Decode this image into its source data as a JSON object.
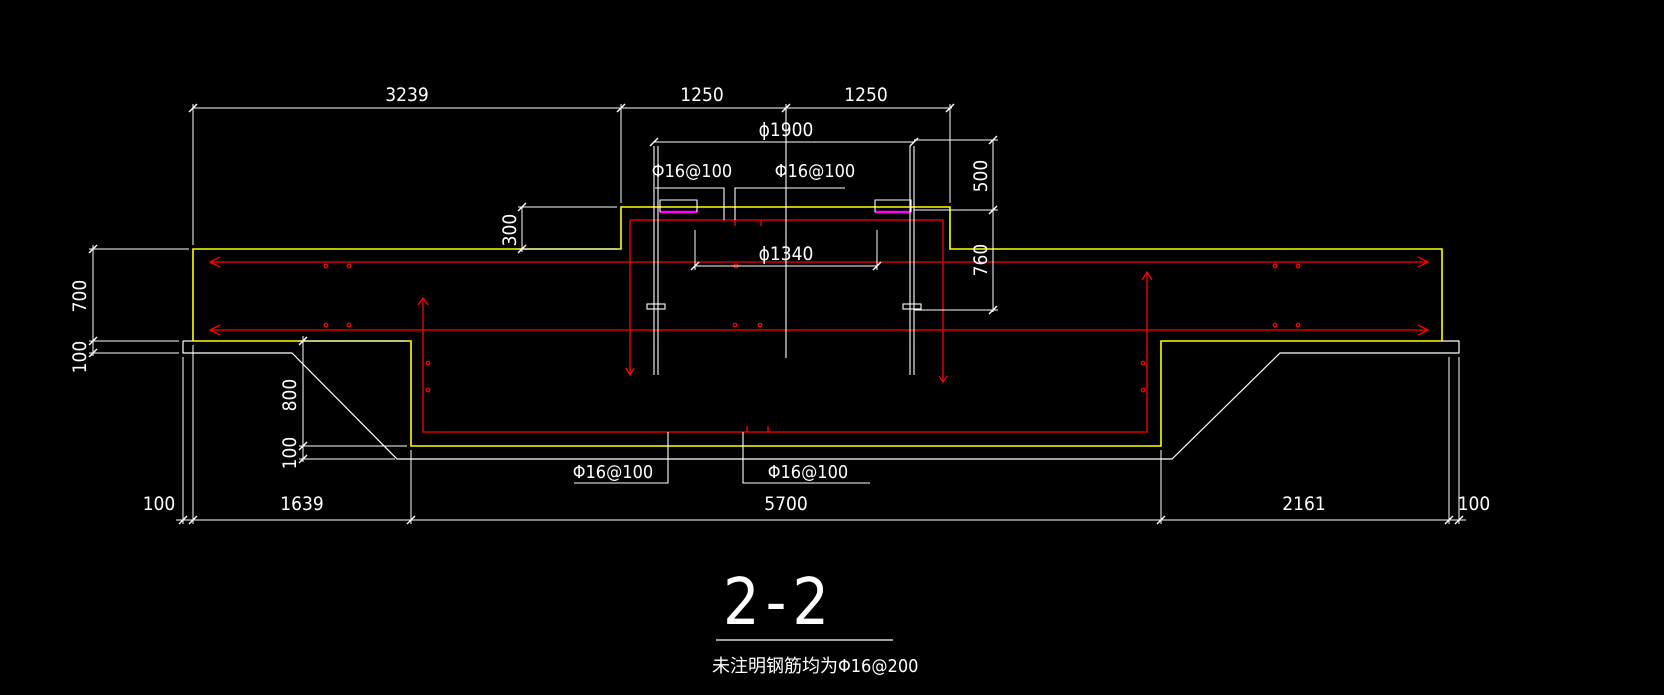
{
  "drawing": {
    "section_title": "2-2",
    "note": "未注明钢筋均为Φ16@200"
  },
  "dimensions": {
    "top_left_width": "3239",
    "top_mid_left": "1250",
    "top_mid_right": "1250",
    "pit_diameter_top": "ϕ1900",
    "pit_diameter_inner": "ϕ1340",
    "right_height_upper": "500",
    "right_height_lower": "760",
    "step_height": "300",
    "slab_thickness": "700",
    "left_base_100": "100",
    "pit_depth": "800",
    "pit_bottom_100": "100",
    "bottom_left_margin": "100",
    "bottom_left": "1639",
    "bottom_middle": "5700",
    "bottom_right": "2161",
    "bottom_right_margin": "100"
  },
  "rebar": {
    "top_left_label": "Φ16@100",
    "top_right_label": "Φ16@100",
    "bottom_left_label": "Φ16@100",
    "bottom_right_label": "Φ16@100"
  },
  "colors": {
    "background": "#000000",
    "concrete_outline": "#ffff00",
    "rebar": "#ff0000",
    "dimension": "#ffffff",
    "embedded_plate": "#ff00ff"
  }
}
